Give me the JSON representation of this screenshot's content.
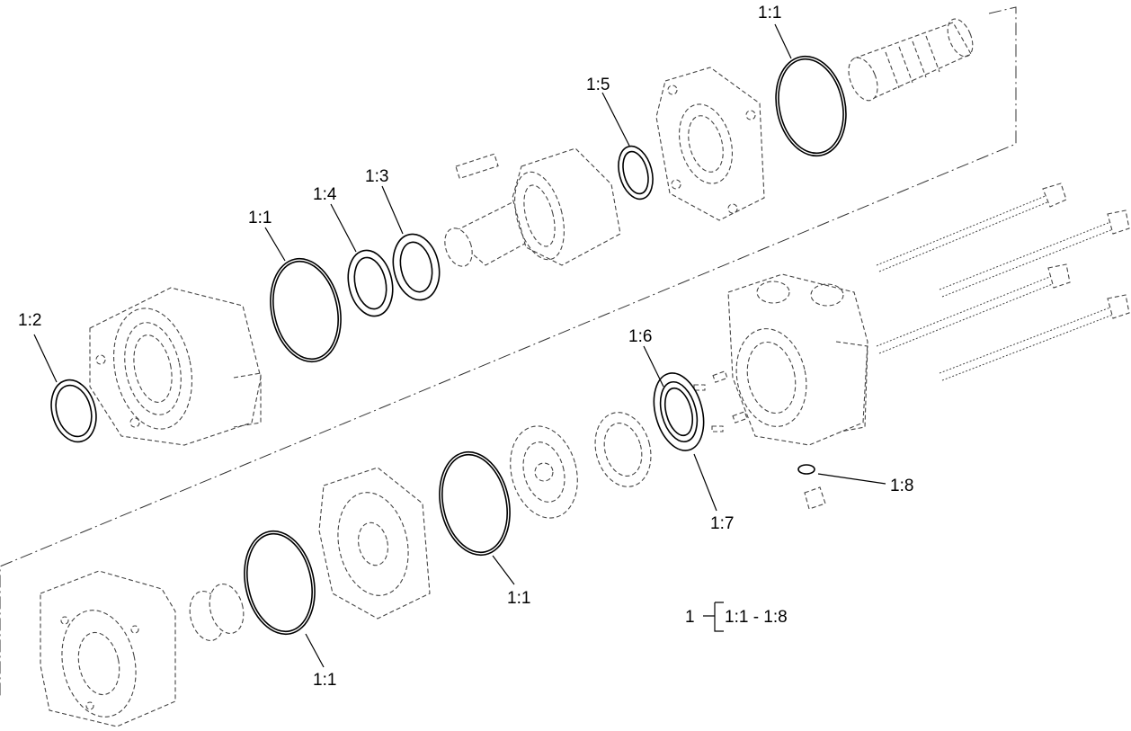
{
  "callouts": {
    "c1": "1:1",
    "c2": "1:5",
    "c3": "1:1",
    "c4": "1:4",
    "c5": "1:3",
    "c6": "1:2",
    "c7": "1:6",
    "c8": "1:8",
    "c9": "1:7",
    "c10": "1:1",
    "c11": "1:1"
  },
  "legend": {
    "assembly": "1",
    "range": "1:1 - 1:8"
  }
}
